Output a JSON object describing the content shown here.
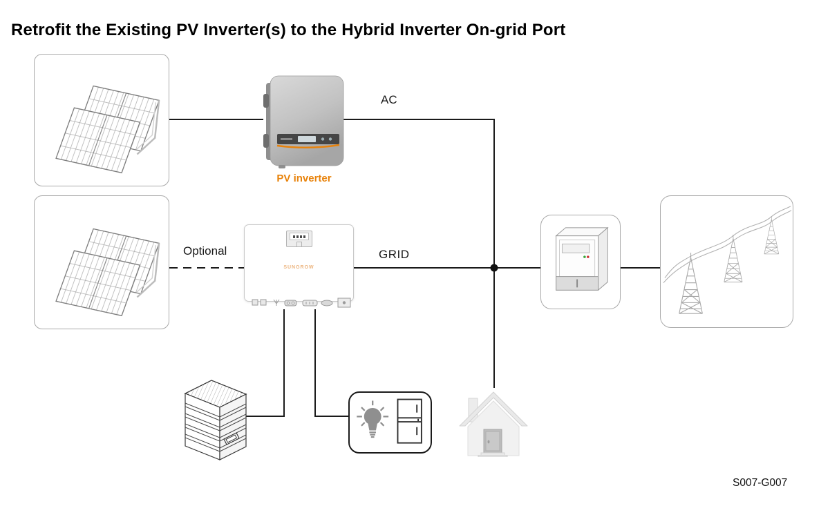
{
  "page": {
    "title": "Retrofit the Existing PV Inverter(s) to the Hybrid Inverter On-grid Port",
    "figure_code": "S007-G007"
  },
  "connections": {
    "ac_label": "AC",
    "grid_label": "GRID",
    "optional_label": "Optional"
  },
  "devices": {
    "pv_inverter_label": "PV inverter",
    "hybrid_inverter_logo": "SUNGROW",
    "icons": {
      "pv_array_top": "solar-panel-array-icon",
      "pv_array_bottom": "solar-panel-array-icon",
      "pv_inverter": "pv-inverter-icon",
      "hybrid_inverter": "hybrid-inverter-icon",
      "energy_meter": "energy-meter-icon",
      "power_grid": "transmission-towers-icon",
      "battery": "battery-stack-icon",
      "loads": "bulb-and-fridge-icon",
      "house": "house-icon"
    }
  },
  "colors": {
    "accent_orange": "#E8820A",
    "wire_black": "#1a1a1a",
    "container_border": "#a9a9a9"
  }
}
